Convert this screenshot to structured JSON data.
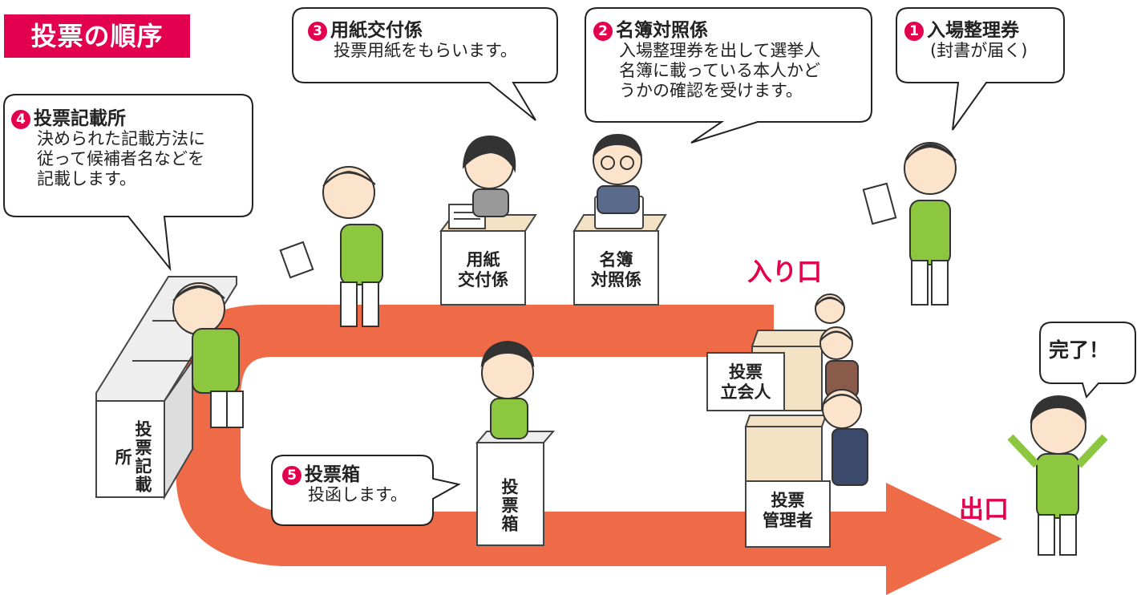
{
  "title": "投票の順序",
  "colors": {
    "accent": "#e3004f",
    "arrow": "#ef6a46",
    "shirt": "#8dc63f",
    "desk": "#f3e2c4"
  },
  "steps": [
    {
      "num": "1",
      "title": "入場整理券",
      "body": "(封書が届く)"
    },
    {
      "num": "2",
      "title": "名簿対照係",
      "body": [
        "入場整理券を出して選挙人",
        "名簿に載っている本人かど",
        "うかの確認を受けます。"
      ]
    },
    {
      "num": "3",
      "title": "用紙交付係",
      "body": "投票用紙をもらいます。"
    },
    {
      "num": "4",
      "title": "投票記載所",
      "body": [
        "決められた記載方法に",
        "従って候補者名などを",
        "記載します。"
      ]
    },
    {
      "num": "5",
      "title": "投票箱",
      "body": "投函します。"
    }
  ],
  "labels": {
    "desk_paper": [
      "用紙",
      "交付係"
    ],
    "desk_roster": [
      "名簿",
      "対照係"
    ],
    "witness": [
      "投票",
      "立会人"
    ],
    "manager": [
      "投票",
      "管理者"
    ],
    "booth": "投票記載所",
    "ballot_box": "投票箱"
  },
  "entrance": "入り口",
  "exit": "出口",
  "done": "完了！"
}
